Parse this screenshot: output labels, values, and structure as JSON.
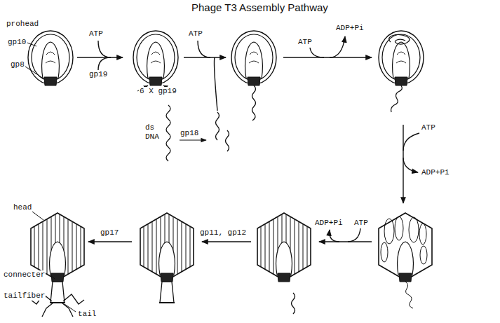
{
  "diagram": {
    "title": "Phage T3 Assembly Pathway",
    "labels": [
      "prohead",
      "gp10",
      "gp8",
      "ATP",
      "gp19",
      "6 X gp19",
      "ATP",
      "ds DNA",
      "gp18",
      "ADP+Pi",
      "ATP",
      "ATP",
      "ADP+Pi",
      "ADP+Pi",
      "ATP",
      "gp11, gp12",
      "gp17",
      "head",
      "connecter",
      "tailfiber",
      "tail"
    ]
  }
}
